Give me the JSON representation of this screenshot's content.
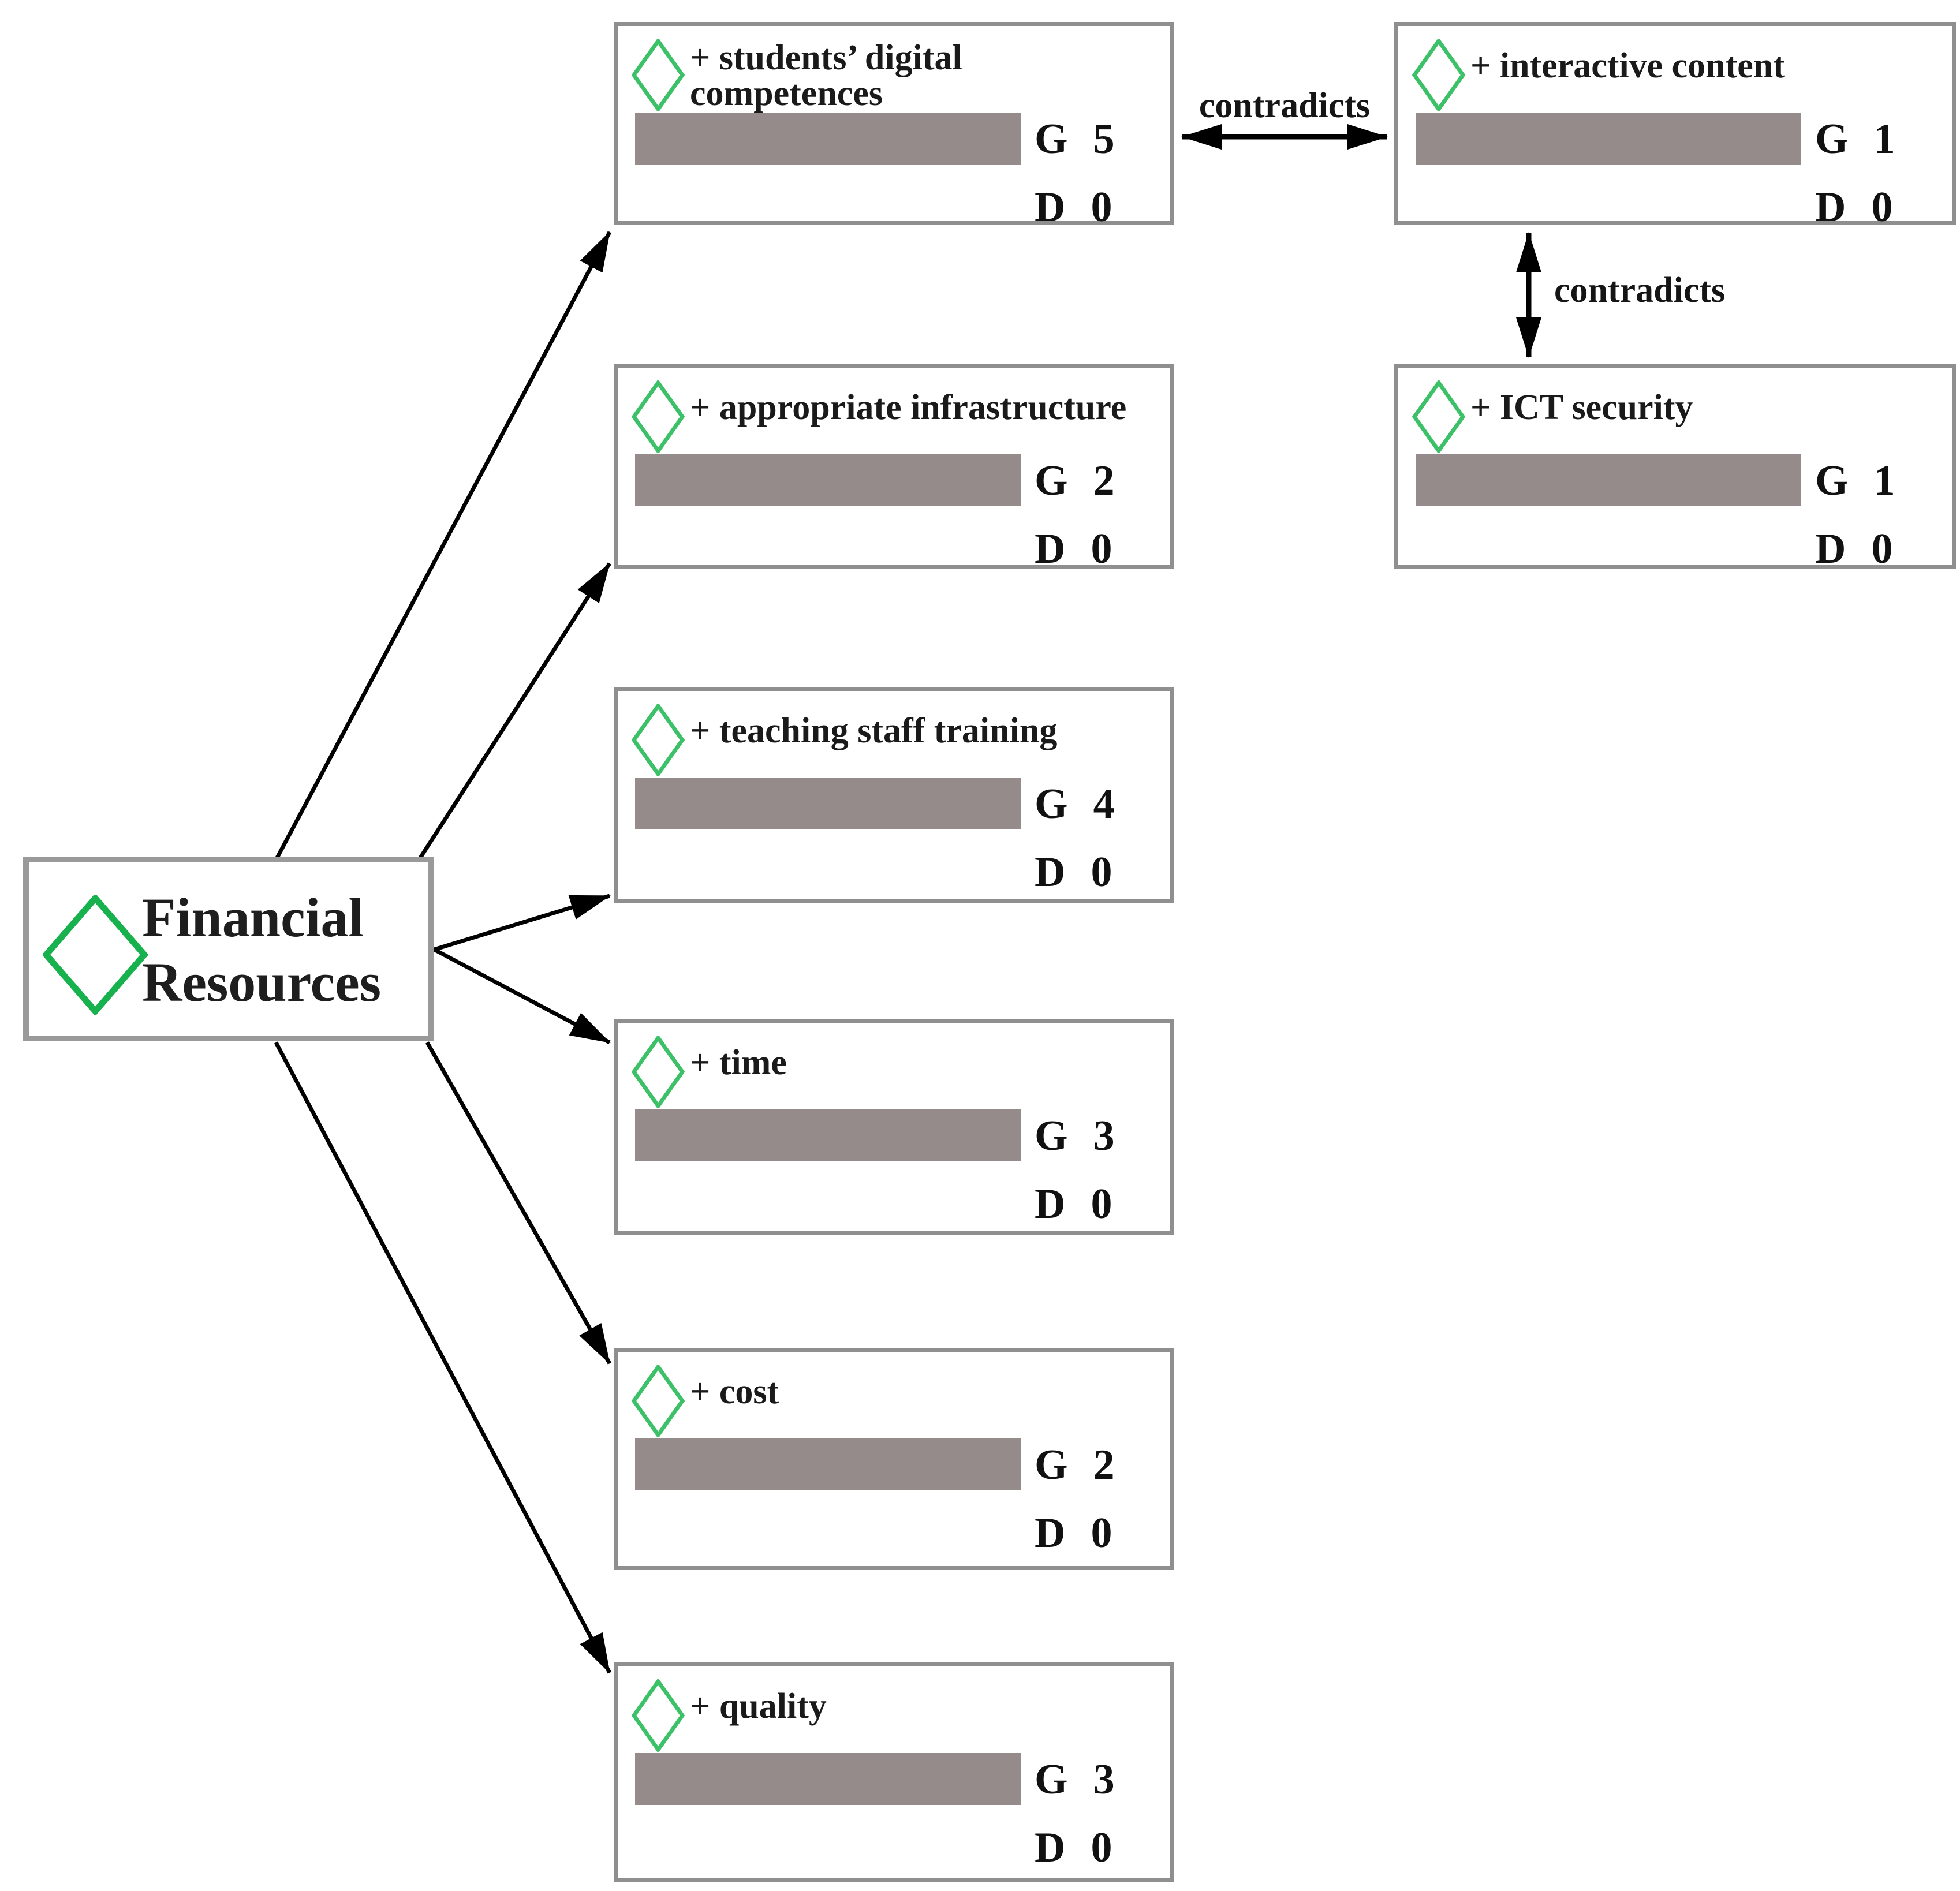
{
  "diagram": {
    "root": {
      "label": "Financial Resources"
    },
    "nodes": [
      {
        "label": "+ students’ digital competences",
        "metrics": {
          "g_label": "G",
          "g_value": "5",
          "d_label": "D",
          "d_value": "0"
        }
      },
      {
        "label": "+ appropriate infrastructure",
        "metrics": {
          "g_label": "G",
          "g_value": "2",
          "d_label": "D",
          "d_value": "0"
        }
      },
      {
        "label": "+ teaching staff training",
        "metrics": {
          "g_label": "G",
          "g_value": "4",
          "d_label": "D",
          "d_value": "0"
        }
      },
      {
        "label": "+ time",
        "metrics": {
          "g_label": "G",
          "g_value": "3",
          "d_label": "D",
          "d_value": "0"
        }
      },
      {
        "label": "+ cost",
        "metrics": {
          "g_label": "G",
          "g_value": "2",
          "d_label": "D",
          "d_value": "0"
        }
      },
      {
        "label": "+ quality",
        "metrics": {
          "g_label": "G",
          "g_value": "3",
          "d_label": "D",
          "d_value": "0"
        }
      },
      {
        "label": "+ interactive content",
        "metrics": {
          "g_label": "G",
          "g_value": "1",
          "d_label": "D",
          "d_value": "0"
        }
      },
      {
        "label": "+ ICT security",
        "metrics": {
          "g_label": "G",
          "g_value": "1",
          "d_label": "D",
          "d_value": "0"
        }
      }
    ],
    "relations": {
      "horizontal_label": "contradicts",
      "vertical_label": "contradicts"
    },
    "colors": {
      "bar_fill": "#968b8b",
      "node_border": "#8f8f8f",
      "node_diamond_green": "#3dc168",
      "root_diamond_green": "#17b24e",
      "arrow": "#000000",
      "text": "#1a1a1a"
    }
  }
}
